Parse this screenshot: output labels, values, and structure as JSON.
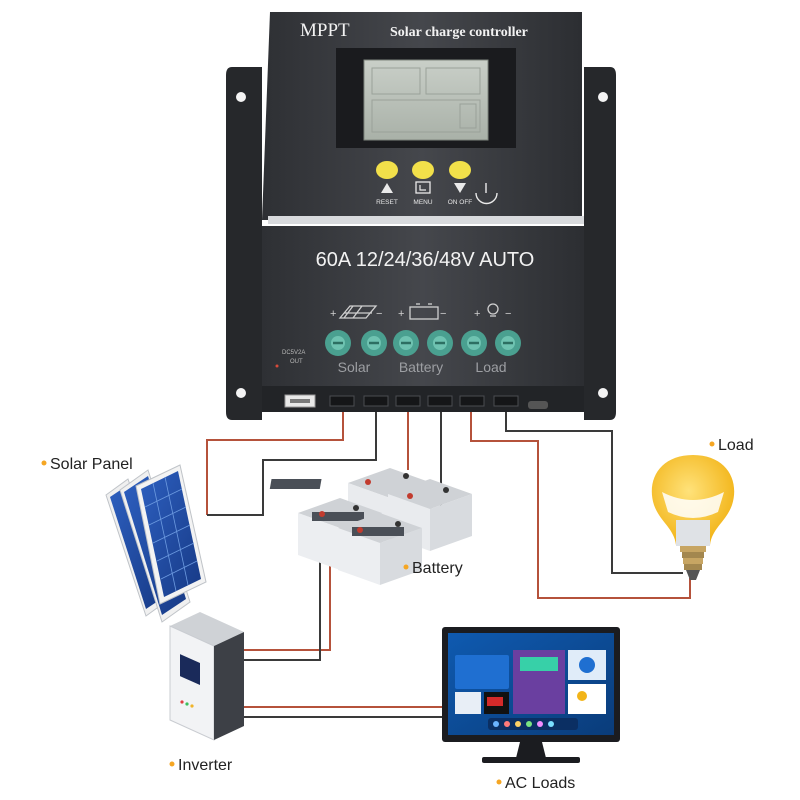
{
  "controller": {
    "brand": "MPPT",
    "product": "Solar charge controller",
    "rating": "60A 12/24/36/48V AUTO",
    "buttons": [
      {
        "label": "RESET",
        "icon": "up-arrow-icon"
      },
      {
        "label": "MENU",
        "icon": "menu-icon"
      },
      {
        "label": "ON OFF",
        "icon": "down-arrow-icon"
      }
    ],
    "terminal_groups": [
      "Solar",
      "Battery",
      "Load"
    ],
    "usb_label": "DC5V2A",
    "usb_sublabel": "OUT",
    "polarity_plus": "+",
    "polarity_minus": "−"
  },
  "labels": {
    "solar_panel": "Solar Panel",
    "battery": "Battery",
    "load": "Load",
    "inverter": "Inverter",
    "ac_loads": "AC Loads"
  },
  "colors": {
    "controller_body": "#3b3d41",
    "terminal_green": "#4aa090",
    "button_yellow": "#f2e04a",
    "wire_dark": "#3a3a3a",
    "wire_red": "#b5523b",
    "bullet_orange": "#f5a623",
    "bulb_yellow": "#f7c531"
  }
}
